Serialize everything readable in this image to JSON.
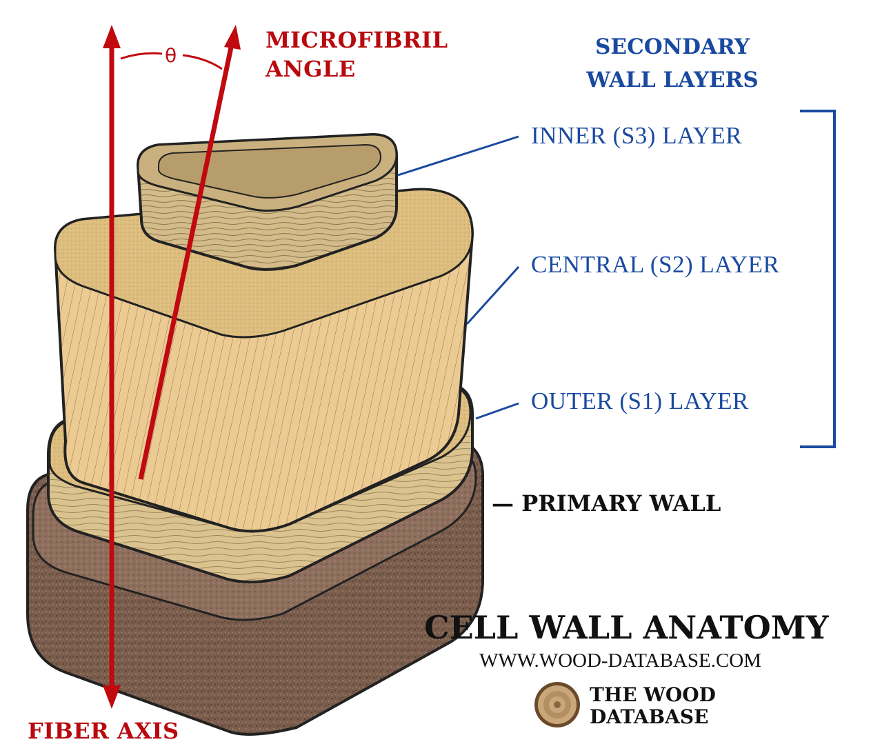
{
  "labels": {
    "microfibril_angle_line1": "MICROFIBRIL",
    "microfibril_angle_line2": "ANGLE",
    "theta": "θ",
    "fiber_axis": "FIBER AXIS",
    "secondary_wall_line1": "SECONDARY",
    "secondary_wall_line2": "WALL LAYERS",
    "inner_layer": "INNER (S3) LAYER",
    "central_layer": "CENTRAL (S2) LAYER",
    "outer_layer": "OUTER (S1) LAYER",
    "primary_wall": "— PRIMARY WALL"
  },
  "title": {
    "main": "CELL WALL ANATOMY",
    "url": "WWW.WOOD-DATABASE.COM"
  },
  "logo": {
    "line1": "THE WOOD",
    "line2": "DATABASE"
  },
  "colors": {
    "annotation_red": "#b8090e",
    "annotation_blue": "#1a4aa0",
    "text_black": "#111111",
    "primary_wall_brown": "#7a5a4a",
    "outer_layer_tan": "#dcc491",
    "central_layer_tan": "#ecc98f",
    "inner_layer_tan": "#d9c08e"
  }
}
